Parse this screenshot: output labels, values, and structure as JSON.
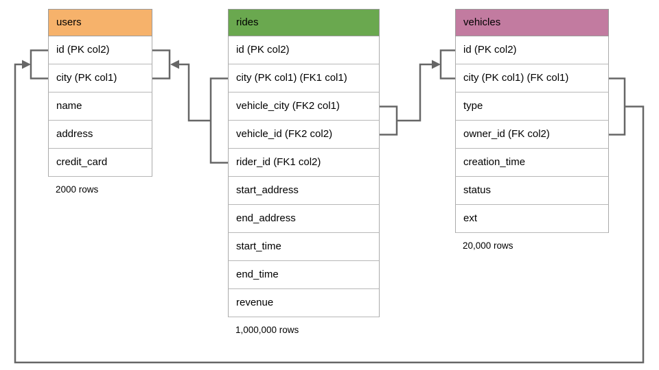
{
  "tables": [
    {
      "name": "users",
      "header_color": "#f6b26b",
      "columns": [
        "id (PK col2)",
        "city (PK col1)",
        "name",
        "address",
        "credit_card"
      ],
      "row_count_label": "2000 rows"
    },
    {
      "name": "rides",
      "header_color": "#6aa84f",
      "columns": [
        "id (PK col2)",
        "city (PK col1) (FK1 col1)",
        "vehicle_city (FK2 col1)",
        "vehicle_id (FK2 col2)",
        "rider_id (FK1 col2)",
        "start_address",
        "end_address",
        "start_time",
        "end_time",
        "revenue"
      ],
      "row_count_label": "1,000,000 rows"
    },
    {
      "name": "vehicles",
      "header_color": "#c27ba0",
      "columns": [
        "id (PK col2)",
        "city (PK col1) (FK col1)",
        "type",
        "owner_id (FK col2)",
        "creation_time",
        "status",
        "ext"
      ],
      "row_count_label": "20,000 rows"
    }
  ],
  "relationships": [
    {
      "name": "rides-to-users",
      "from_table": "rides",
      "from_columns": [
        "city (PK col1) (FK1 col1)",
        "rider_id (FK1 col2)"
      ],
      "to_table": "users",
      "to_columns": [
        "id (PK col2)",
        "city (PK col1)"
      ],
      "arrow_points_to": "users"
    },
    {
      "name": "rides-to-vehicles",
      "from_table": "rides",
      "from_columns": [
        "vehicle_city (FK2 col1)",
        "vehicle_id (FK2 col2)"
      ],
      "to_table": "vehicles",
      "to_columns": [
        "id (PK col2)",
        "city (PK col1) (FK col1)"
      ],
      "arrow_points_to": "vehicles"
    },
    {
      "name": "vehicles-to-users",
      "from_table": "vehicles",
      "from_columns": [
        "city (PK col1) (FK col1)",
        "owner_id (FK col2)"
      ],
      "to_table": "users",
      "to_columns": [
        "id (PK col2)",
        "city (PK col1)"
      ],
      "arrow_points_to": "users"
    }
  ],
  "colors": {
    "connector": "#666666",
    "cell_border": "#a9a9a9",
    "users_header": "#f6b26b",
    "rides_header": "#6aa84f",
    "vehicles_header": "#c27ba0",
    "background": "#ffffff",
    "text": "#000000"
  }
}
